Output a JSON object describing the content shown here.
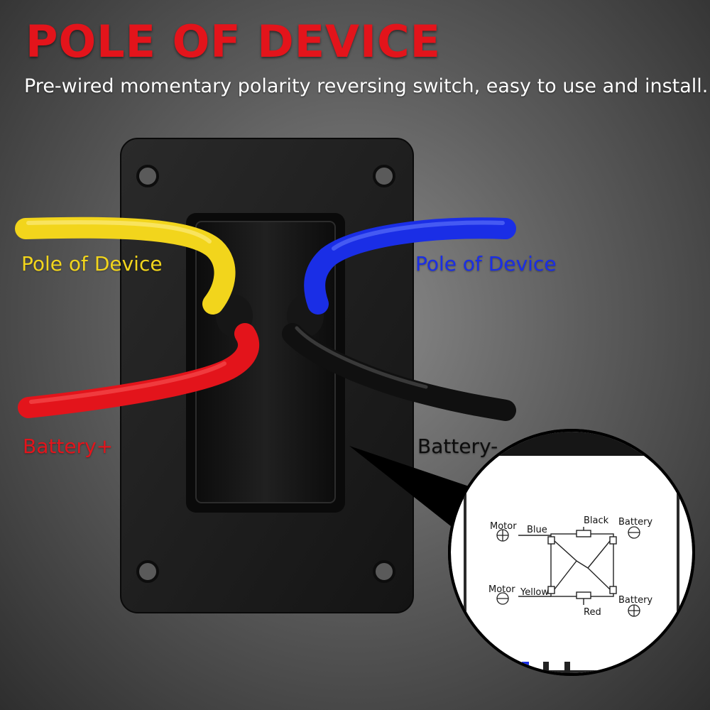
{
  "header": {
    "title": "POLE OF DEVICE",
    "subtitle": "Pre-wired momentary polarity reversing switch, easy to use and install."
  },
  "wire_labels": {
    "yellow": "Pole of Device",
    "blue": "Pole of Device",
    "red": "Battery+",
    "black": "Battery-"
  },
  "diagram": {
    "motor_plus": "Motor",
    "motor_minus": "Motor",
    "battery_minus": "Battery",
    "battery_plus": "Battery",
    "wire_blue": "Blue",
    "wire_yellow": "Yellow",
    "wire_black": "Black",
    "wire_red": "Red"
  },
  "colors": {
    "title": "#e3141b",
    "yellow": "#f2d51c",
    "blue": "#1a2ee6",
    "red": "#e3141b",
    "black": "#111111"
  }
}
